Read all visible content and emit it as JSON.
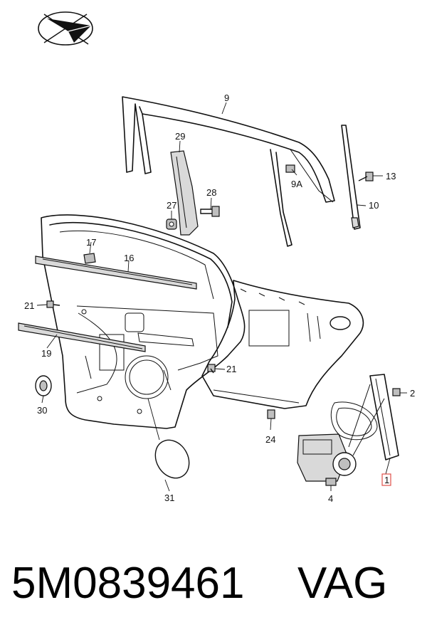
{
  "labels": {
    "p1": "1",
    "p2": "2",
    "p4": "4",
    "p9": "9",
    "p9a": "9A",
    "p10": "10",
    "p13": "13",
    "p16": "16",
    "p17": "17",
    "p19": "19",
    "p21a": "21",
    "p21b": "21",
    "p24": "24",
    "p27": "27",
    "p28": "28",
    "p29": "29",
    "p30": "30",
    "p31": "31"
  },
  "footer": {
    "part_number": "5M0839461",
    "brand": "VAG"
  },
  "colors": {
    "highlight": "#e0504a",
    "line": "#111111"
  },
  "icons": {
    "logo": "paper-plane-in-ellipse-icon"
  }
}
